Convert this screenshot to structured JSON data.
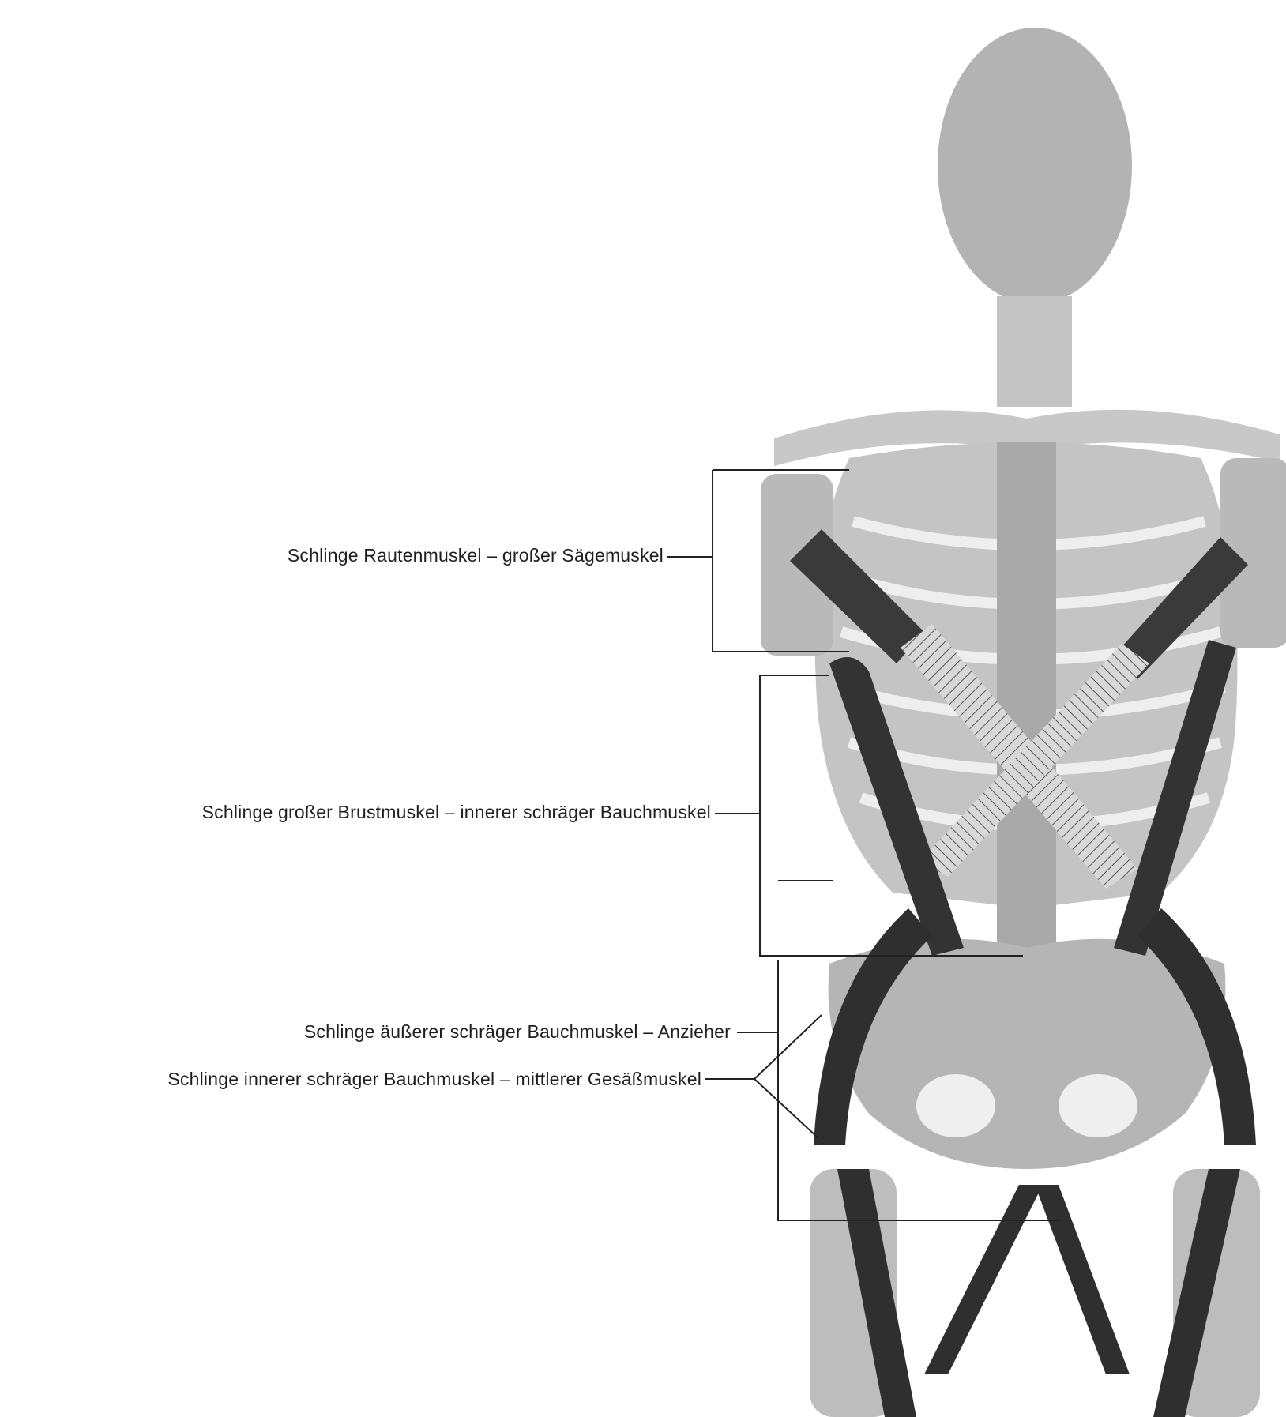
{
  "figure": {
    "labels": [
      "Schlinge Rautenmuskel – großer Sägemuskel",
      "Schlinge großer Brustmuskel – innerer schräger Bauchmuskel",
      "Schlinge äußerer schräger Bauchmuskel – Anzieher",
      "Schlinge innerer schräger Bauchmuskel – mittlerer Gesäßmuskel"
    ]
  },
  "colors": {
    "bone": "#bdbdbd",
    "bone_dark": "#9e9e9e",
    "muscle_band": "#3a3a3a",
    "line": "#222222",
    "background": "#ffffff"
  }
}
